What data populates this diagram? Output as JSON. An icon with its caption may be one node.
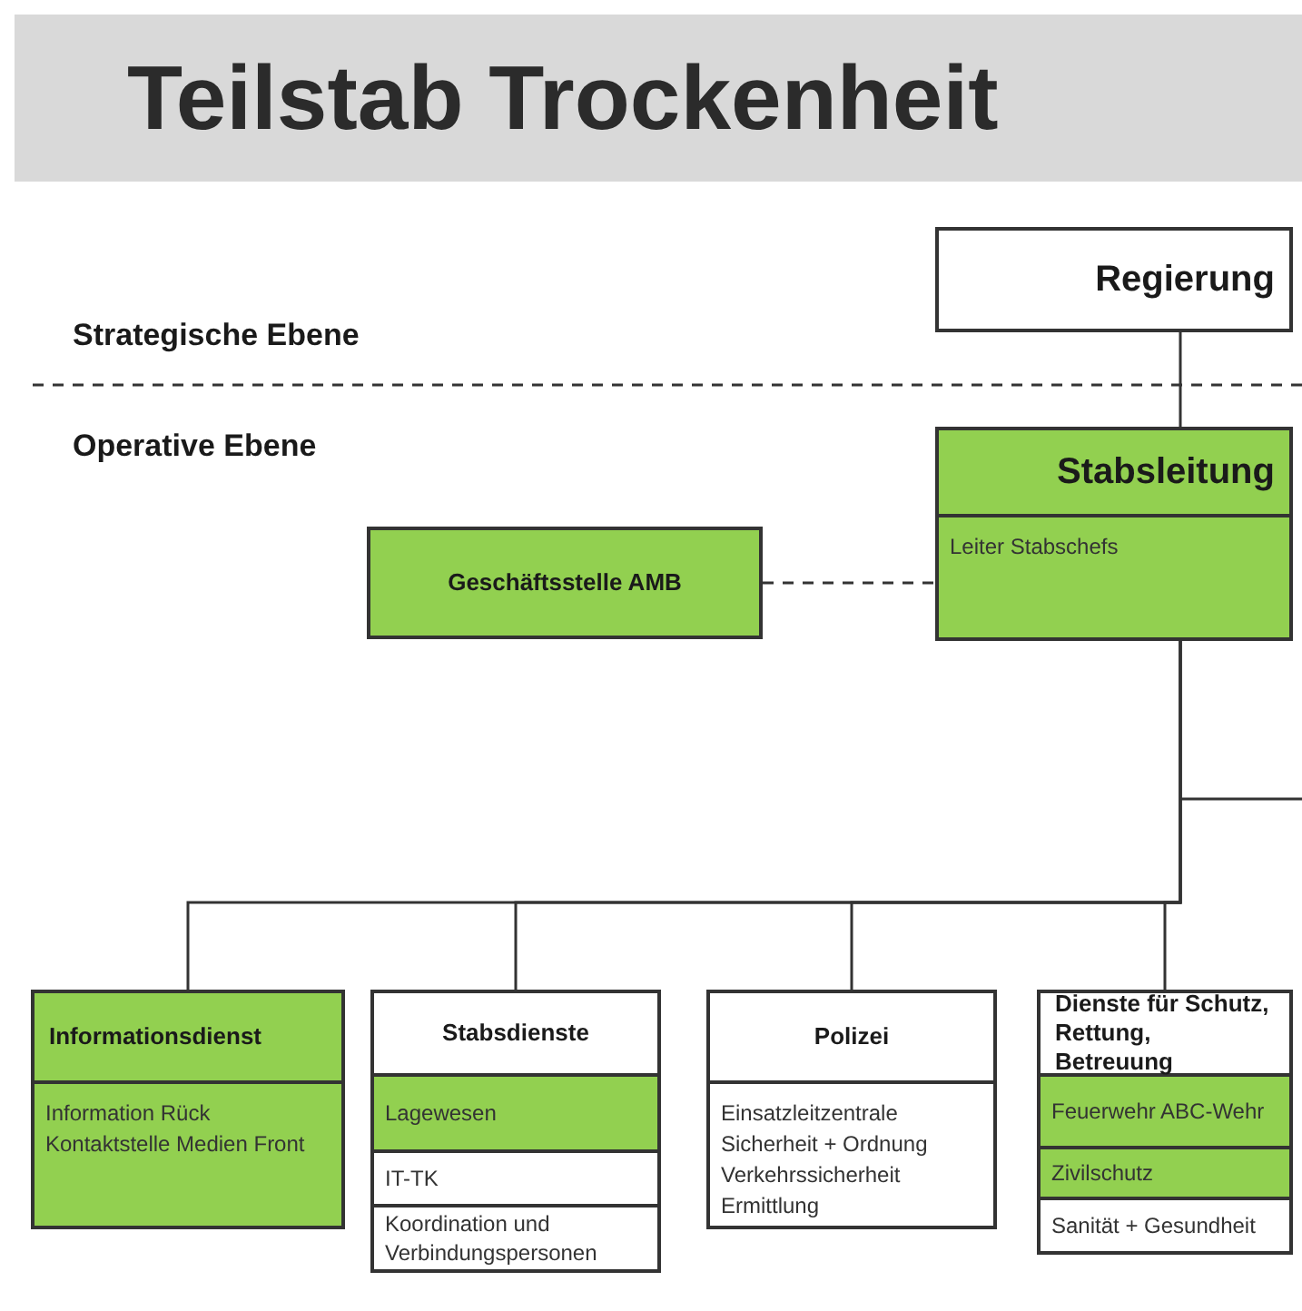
{
  "diagram": {
    "title": "Teilstab Trockenheit",
    "nodes": [
      {
        "text": [
          "Regierung"
        ]
      },
      {
        "text": [
          "Stabsleitung",
          "Leiter Stabschefs"
        ]
      },
      {
        "text": [
          "Geschäftsstelle AMB"
        ]
      },
      {
        "text": [
          "Informationsdienst",
          "Information Rück Kontaktstelle Medien Front"
        ]
      },
      {
        "text": [
          "Stabsdienste"
        ]
      },
      {
        "text": [
          "Lagewesen"
        ],
        "in": 4
      },
      {
        "text": [
          "IT-TK"
        ],
        "in": 4
      },
      {
        "text": [
          "Koordination und Verbindungspersonen"
        ],
        "in": 4
      },
      {
        "text": [
          "Polizei",
          "Einsatzleitzentrale Sicherheit + Ordnung Verkehrssicherheit Ermittlung"
        ]
      },
      {
        "text": [
          "Dienste für Schutz, Rettung, Betreuung"
        ]
      },
      {
        "text": [
          "Feuerwehr ABC-Wehr"
        ],
        "in": 9
      },
      {
        "text": [
          "Zivilschutz"
        ],
        "in": 9
      },
      {
        "text": [
          "Sanität + Gesundheit"
        ],
        "in": 9
      }
    ],
    "edges": [
      {
        "from": 0,
        "to": 1,
        "arrow": "none"
      },
      {
        "from": 2,
        "to": 1,
        "arrow": "none",
        "style": "dashed"
      },
      {
        "from": 1,
        "to": 3,
        "arrow": "none"
      },
      {
        "from": 1,
        "to": 4,
        "arrow": "none"
      },
      {
        "from": 1,
        "to": 8,
        "arrow": "none"
      },
      {
        "from": 1,
        "to": 9,
        "arrow": "none"
      }
    ],
    "labels": [
      "Strategische Ebene",
      "Operative Ebene"
    ]
  }
}
